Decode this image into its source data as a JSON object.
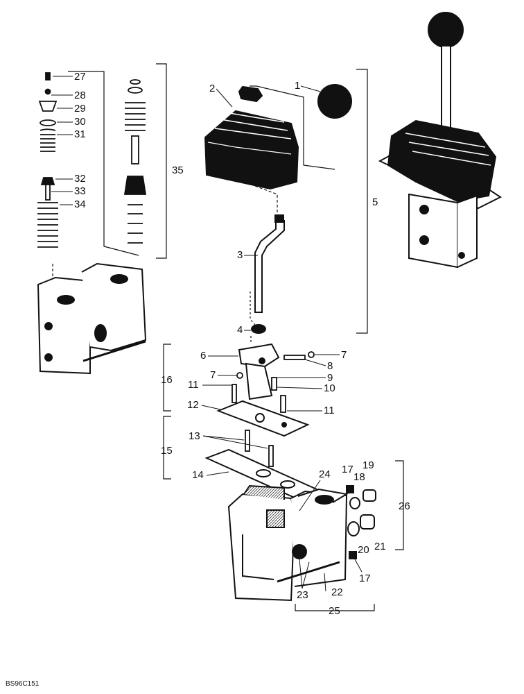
{
  "diagram": {
    "reference_code": "BS96C151",
    "labels": {
      "l1": "1",
      "l2": "2",
      "l3": "3",
      "l4": "4",
      "l5": "5",
      "l6": "6",
      "l7a": "7",
      "l7b": "7",
      "l8": "8",
      "l9": "9",
      "l10": "10",
      "l11a": "11",
      "l11b": "11",
      "l12": "12",
      "l13": "13",
      "l14": "14",
      "l15": "15",
      "l16": "16",
      "l17a": "17",
      "l17b": "17",
      "l18": "18",
      "l19": "19",
      "l20": "20",
      "l21": "21",
      "l22": "22",
      "l23": "23",
      "l24": "24",
      "l25": "25",
      "l26": "26",
      "l27": "27",
      "l28": "28",
      "l29": "29",
      "l30": "30",
      "l31": "31",
      "l32": "32",
      "l33": "33",
      "l34": "34",
      "l35": "35"
    }
  }
}
